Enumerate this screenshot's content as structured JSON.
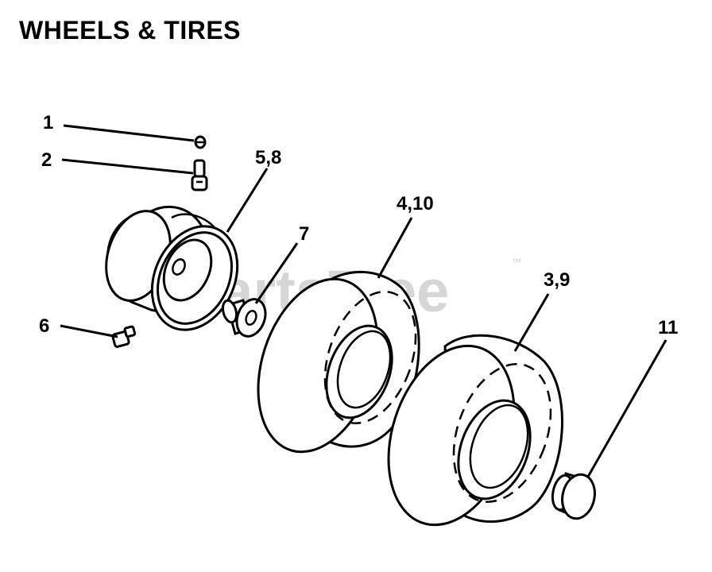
{
  "title": "WHEELS & TIRES",
  "watermark": "PartsTree",
  "watermark_mark": "™",
  "callouts": [
    {
      "id": "valve-cap",
      "label": "1"
    },
    {
      "id": "valve-stem",
      "label": "2"
    },
    {
      "id": "rim",
      "label": "5,8"
    },
    {
      "id": "bushing",
      "label": "7"
    },
    {
      "id": "grease-fitting",
      "label": "6"
    },
    {
      "id": "front-tire",
      "label": "4,10"
    },
    {
      "id": "rear-tire",
      "label": "3,9"
    },
    {
      "id": "hub-cap",
      "label": "11"
    }
  ]
}
